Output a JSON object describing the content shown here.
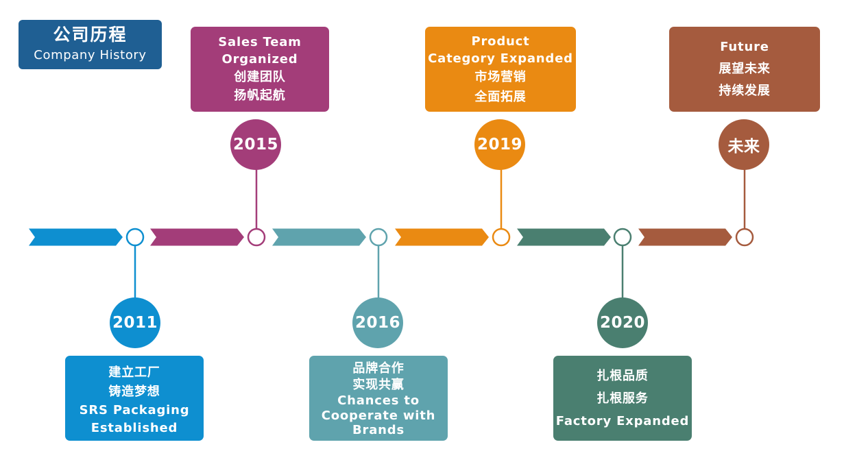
{
  "title": {
    "zh": "公司历程",
    "en": "Company History",
    "color": "#1f5f93"
  },
  "milestones": [
    {
      "year": "2011",
      "color": "#0e8fd0",
      "side": "below",
      "lines": [
        "建立工厂",
        "铸造梦想",
        "SRS Packaging",
        "Established"
      ]
    },
    {
      "year": "2015",
      "color": "#a33d79",
      "side": "above",
      "lines": [
        "Sales Team",
        "Organized",
        "创建团队",
        "扬帆起航"
      ]
    },
    {
      "year": "2016",
      "color": "#5fa3ad",
      "side": "below",
      "lines": [
        "品牌合作",
        "实现共赢",
        "Chances to",
        "Cooperate with",
        "Brands"
      ]
    },
    {
      "year": "2019",
      "color": "#ea8a12",
      "side": "above",
      "lines": [
        "Product",
        "Category Expanded",
        "市场营销",
        "全面拓展"
      ]
    },
    {
      "year": "2020",
      "color": "#4a7f70",
      "side": "below",
      "lines": [
        "扎根品质",
        "扎根服务",
        "Factory Expanded"
      ]
    },
    {
      "year": "未来",
      "color": "#a55b3e",
      "side": "above",
      "lines": [
        "Future",
        "展望未来",
        "持续发展"
      ]
    }
  ]
}
